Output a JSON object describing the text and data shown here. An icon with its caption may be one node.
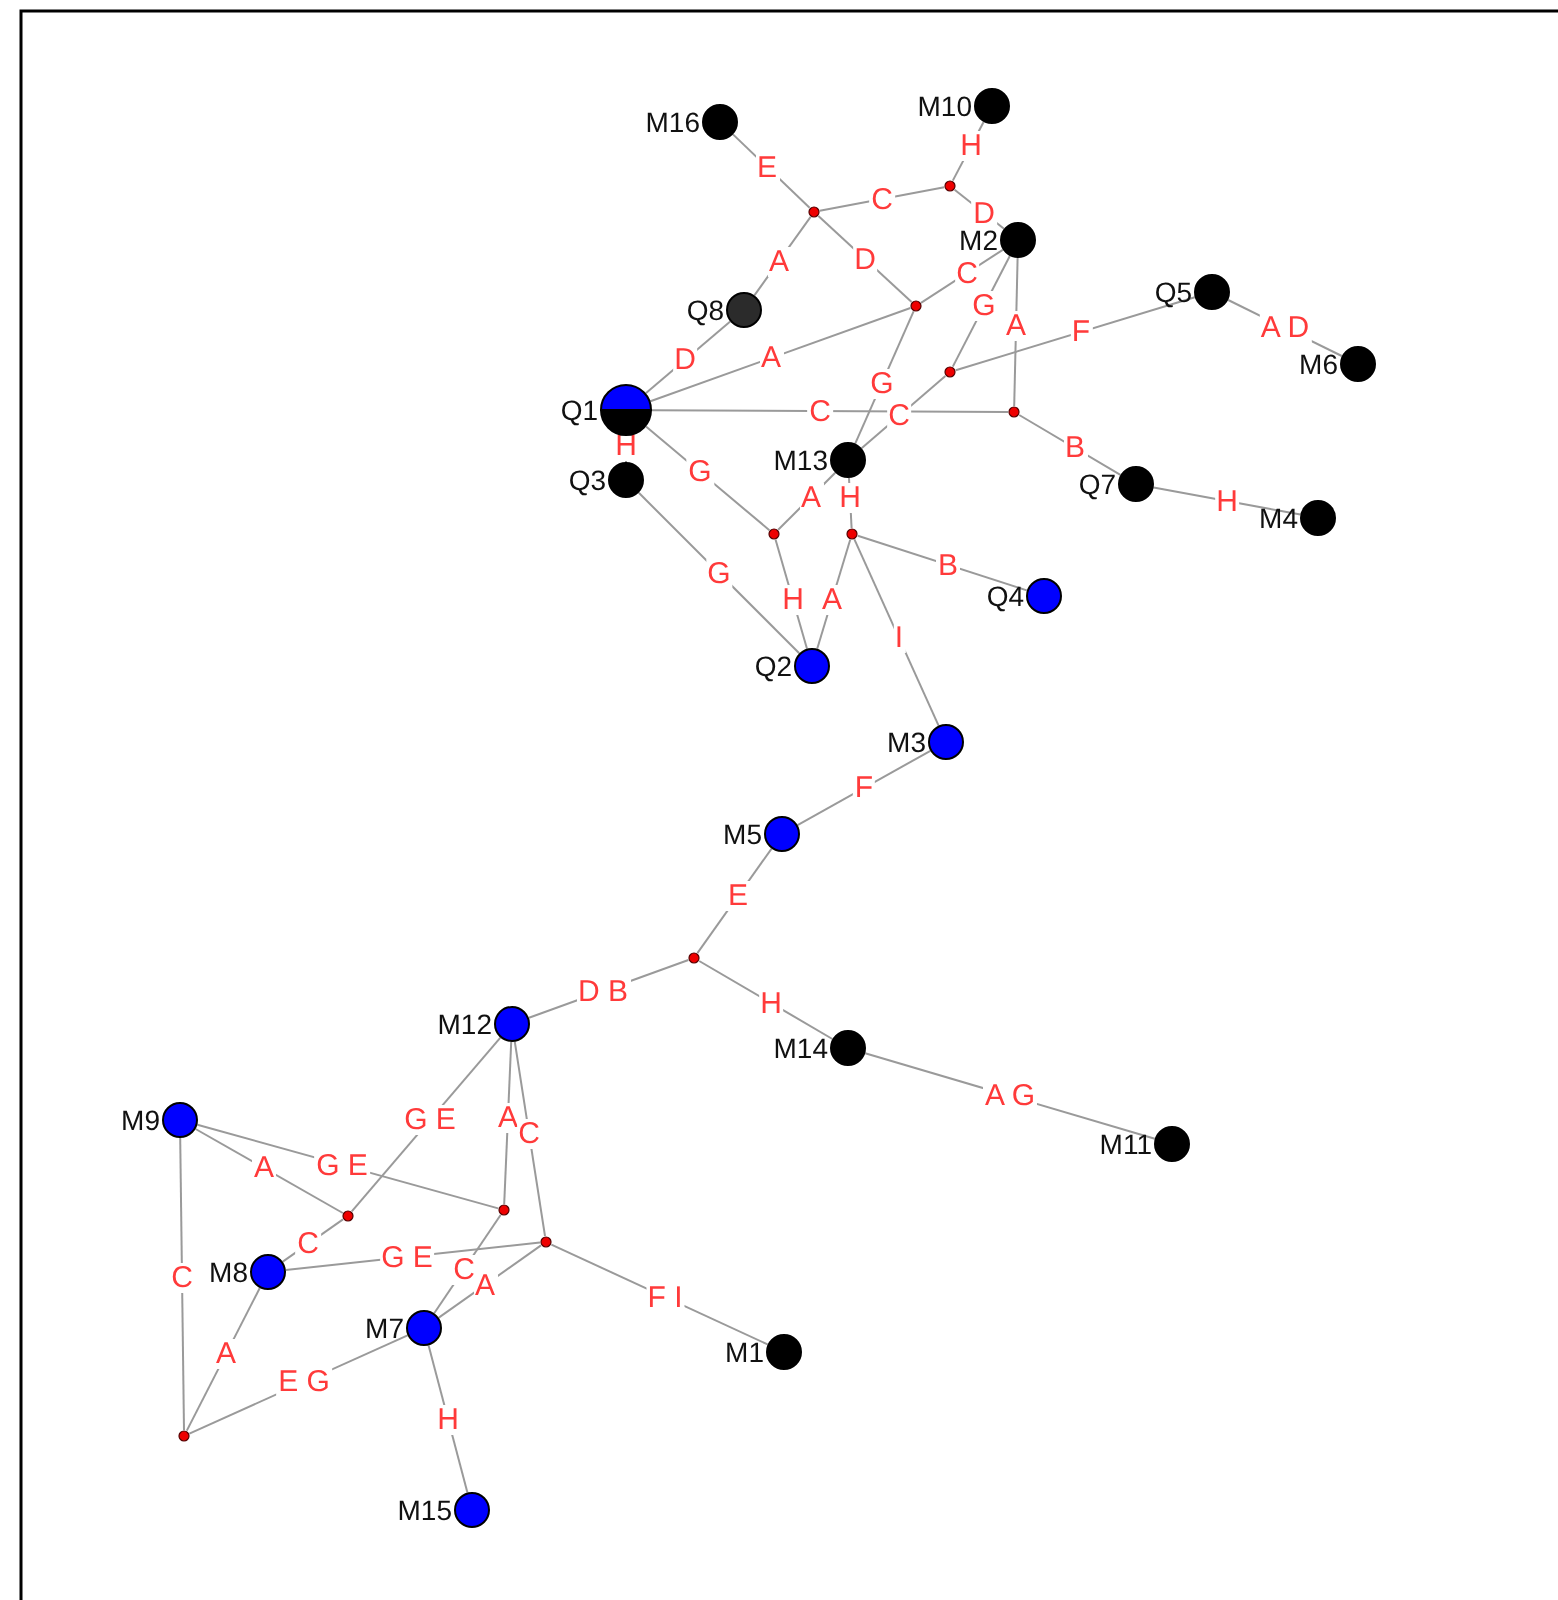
{
  "diagram": {
    "nodes": [
      {
        "text": [
          "M10"
        ]
      },
      {
        "text": [
          "M16"
        ]
      },
      {
        "text": [],
        "shape": "circle"
      },
      {
        "text": [],
        "shape": "circle"
      },
      {
        "text": [
          "M2"
        ]
      },
      {
        "text": [
          "Q5"
        ]
      },
      {
        "text": [],
        "shape": "circle"
      },
      {
        "text": [
          "Q8"
        ]
      },
      {
        "text": [
          "M6"
        ]
      },
      {
        "text": [],
        "shape": "circle"
      },
      {
        "text": [
          "Q1"
        ]
      },
      {
        "text": [],
        "shape": "circle"
      },
      {
        "text": [
          "M13"
        ]
      },
      {
        "text": [
          "Q3"
        ]
      },
      {
        "text": [
          "Q7"
        ]
      },
      {
        "text": [
          "M4"
        ]
      },
      {
        "text": [],
        "shape": "circle"
      },
      {
        "text": [],
        "shape": "circle"
      },
      {
        "text": [
          "Q4"
        ]
      },
      {
        "text": [
          "Q2"
        ]
      },
      {
        "text": [
          "M3"
        ]
      },
      {
        "text": [
          "M5"
        ]
      },
      {
        "text": [],
        "shape": "circle"
      },
      {
        "text": [
          "M12"
        ]
      },
      {
        "text": [
          "M14"
        ]
      },
      {
        "text": [
          "M9"
        ]
      },
      {
        "text": [
          "M11"
        ]
      },
      {
        "text": [],
        "shape": "circle"
      },
      {
        "text": [],
        "shape": "circle"
      },
      {
        "text": [],
        "shape": "circle"
      },
      {
        "text": [
          "M8"
        ]
      },
      {
        "text": [
          "M7"
        ]
      },
      {
        "text": [
          "M1"
        ]
      },
      {
        "text": [],
        "shape": "circle"
      },
      {
        "text": [
          "M15"
        ]
      }
    ],
    "edges": [
      {
        "from": 1,
        "to": 3,
        "arrow": "none",
        "label": "E"
      },
      {
        "from": 3,
        "to": 2,
        "arrow": "none",
        "label": "C"
      },
      {
        "from": 2,
        "to": 0,
        "arrow": "none",
        "label": "H"
      },
      {
        "from": 2,
        "to": 4,
        "arrow": "none",
        "label": "D"
      },
      {
        "from": 3,
        "to": 7,
        "arrow": "none",
        "label": "A"
      },
      {
        "from": 3,
        "to": 6,
        "arrow": "none",
        "label": "D"
      },
      {
        "from": 6,
        "to": 4,
        "arrow": "none",
        "label": "C"
      },
      {
        "from": 7,
        "to": 10,
        "arrow": "none",
        "label": "D"
      },
      {
        "from": 10,
        "to": 6,
        "arrow": "none",
        "label": "A"
      },
      {
        "from": 4,
        "to": 9,
        "arrow": "none",
        "label": "G"
      },
      {
        "from": 9,
        "to": 5,
        "arrow": "none",
        "label": "F"
      },
      {
        "from": 5,
        "to": 8,
        "arrow": "none",
        "label": "A D"
      },
      {
        "from": 4,
        "to": 11,
        "arrow": "none",
        "label": "A"
      },
      {
        "from": 10,
        "to": 11,
        "arrow": "none",
        "label": "C"
      },
      {
        "from": 6,
        "to": 12,
        "arrow": "none",
        "label": "G"
      },
      {
        "from": 9,
        "to": 12,
        "arrow": "none",
        "label": "C"
      },
      {
        "from": 11,
        "to": 14,
        "arrow": "none",
        "label": "B"
      },
      {
        "from": 14,
        "to": 15,
        "arrow": "none",
        "label": "H"
      },
      {
        "from": 10,
        "to": 13,
        "arrow": "none",
        "label": "H"
      },
      {
        "from": 10,
        "to": 16,
        "arrow": "none",
        "label": "G"
      },
      {
        "from": 12,
        "to": 16,
        "arrow": "none",
        "label": "A"
      },
      {
        "from": 12,
        "to": 17,
        "arrow": "none",
        "label": "H"
      },
      {
        "from": 16,
        "to": 19,
        "arrow": "none",
        "label": "H"
      },
      {
        "from": 17,
        "to": 19,
        "arrow": "none",
        "label": "A"
      },
      {
        "from": 13,
        "to": 19,
        "arrow": "none",
        "label": "G"
      },
      {
        "from": 17,
        "to": 18,
        "arrow": "none",
        "label": "B"
      },
      {
        "from": 17,
        "to": 20,
        "arrow": "none",
        "label": "I"
      },
      {
        "from": 20,
        "to": 21,
        "arrow": "none",
        "label": "F"
      },
      {
        "from": 21,
        "to": 22,
        "arrow": "none",
        "label": "E"
      },
      {
        "from": 23,
        "to": 22,
        "arrow": "none",
        "label": "D B"
      },
      {
        "from": 22,
        "to": 24,
        "arrow": "none",
        "label": "H"
      },
      {
        "from": 24,
        "to": 26,
        "arrow": "none",
        "label": "A G"
      },
      {
        "from": 23,
        "to": 28,
        "arrow": "none",
        "label": "G E"
      },
      {
        "from": 23,
        "to": 27,
        "arrow": "none",
        "label": "A"
      },
      {
        "from": 23,
        "to": 29,
        "arrow": "none",
        "label": "C"
      },
      {
        "from": 25,
        "to": 28,
        "arrow": "none",
        "label": "A"
      },
      {
        "from": 25,
        "to": 27,
        "arrow": "none",
        "label": "G E"
      },
      {
        "from": 25,
        "to": 33,
        "arrow": "none",
        "label": "C"
      },
      {
        "from": 28,
        "to": 30,
        "arrow": "none",
        "label": "C"
      },
      {
        "from": 30,
        "to": 29,
        "arrow": "none",
        "label": "G E"
      },
      {
        "from": 27,
        "to": 31,
        "arrow": "none",
        "label": "C"
      },
      {
        "from": 29,
        "to": 31,
        "arrow": "none",
        "label": "A"
      },
      {
        "from": 29,
        "to": 32,
        "arrow": "none",
        "label": "F I"
      },
      {
        "from": 30,
        "to": 33,
        "arrow": "none",
        "label": "A"
      },
      {
        "from": 33,
        "to": 31,
        "arrow": "none",
        "label": "E G"
      },
      {
        "from": 31,
        "to": 34,
        "arrow": "none",
        "label": "H"
      }
    ]
  }
}
